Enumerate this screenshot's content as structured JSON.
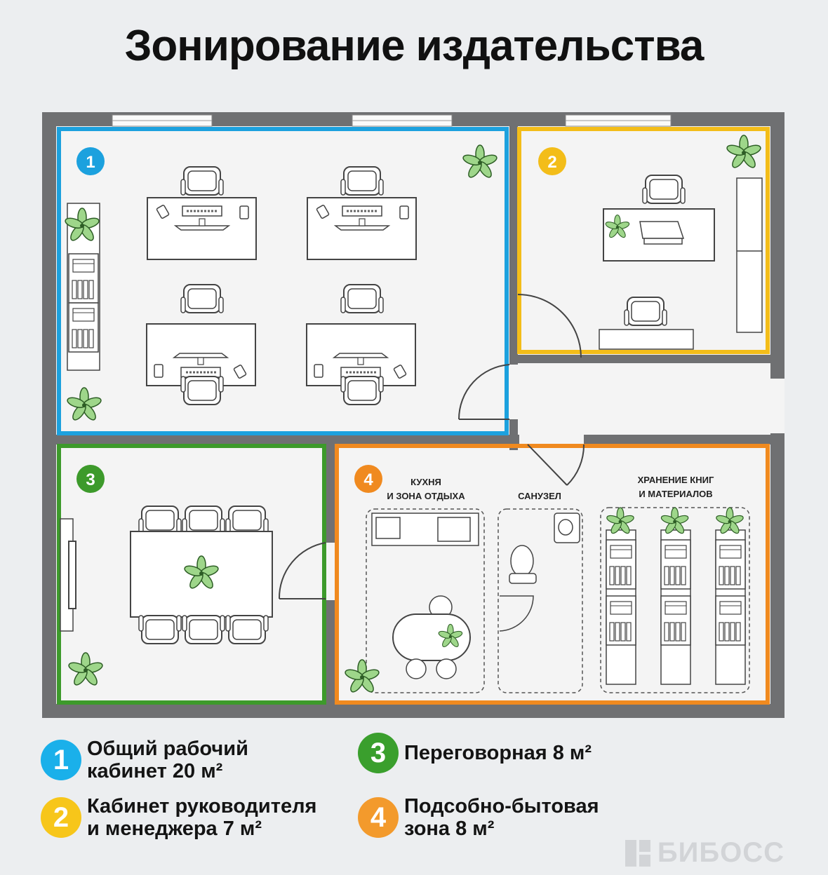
{
  "title": "Зонирование издательства",
  "zones": [
    {
      "num": "1",
      "color": "#1ca1de"
    },
    {
      "num": "2",
      "color": "#f3bd19"
    },
    {
      "num": "3",
      "color": "#3d9a2b"
    },
    {
      "num": "4",
      "color": "#f08a1f"
    }
  ],
  "labels": {
    "kitchen": [
      "КУХНЯ",
      "И ЗОНА ОТДЫХА"
    ],
    "wc": "САНУЗЕЛ",
    "storage": [
      "ХРАНЕНИЕ КНИГ",
      "И МАТЕРИАЛОВ"
    ]
  },
  "legend": [
    {
      "num": "1",
      "text": "Общий рабочий\nкабинет 20 м²",
      "color": "#1ab0ea"
    },
    {
      "num": "2",
      "text": "Кабинет руководителя\nи менеджера 7 м²",
      "color": "#f7c61a"
    },
    {
      "num": "3",
      "text": "Переговорная 8 м²",
      "color": "#3a9f2d"
    },
    {
      "num": "4",
      "text": "Подсобно-бытовая\nзона 8 м²",
      "color": "#f39a2c"
    }
  ],
  "brand": "БИБОСС"
}
